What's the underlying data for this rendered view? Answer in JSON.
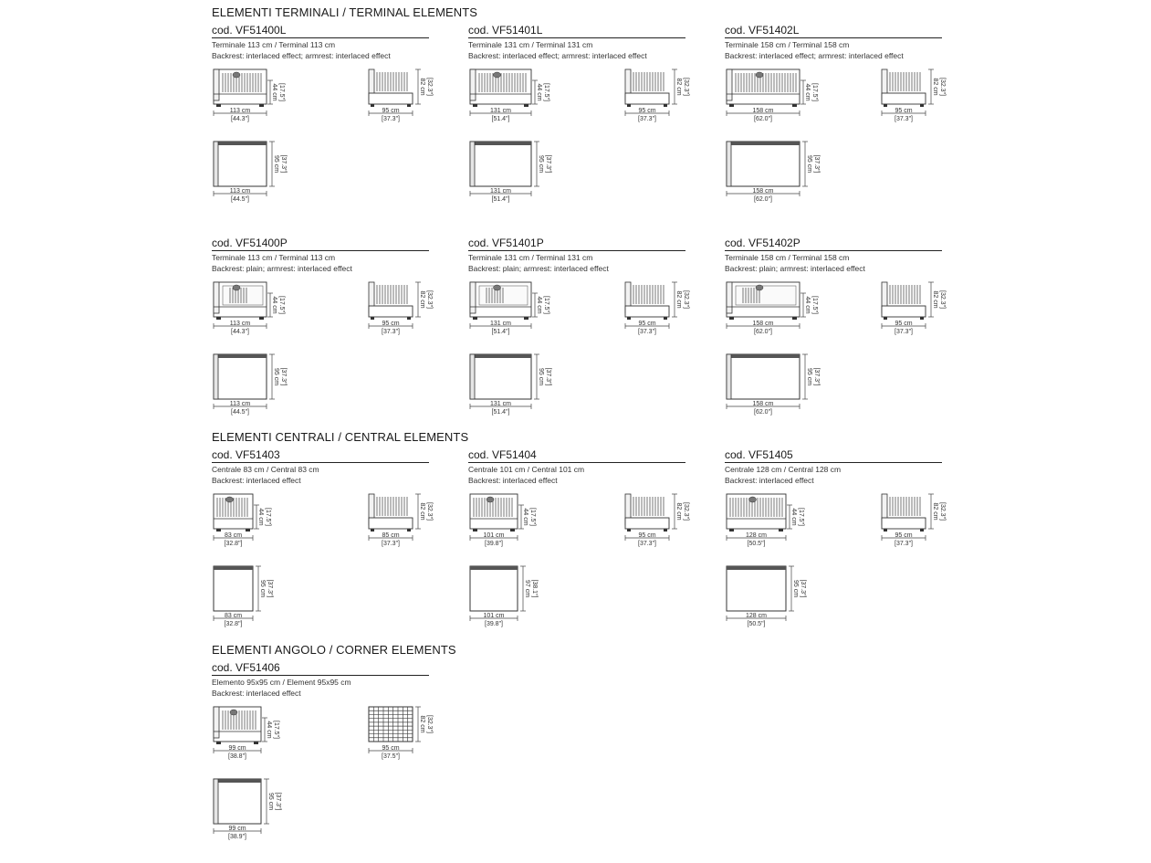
{
  "sections": {
    "terminal": "ELEMENTI TERMINALI / TERMINAL ELEMENTS",
    "central": "ELEMENTI CENTRALI / CENTRAL ELEMENTS",
    "corner": "ELEMENTI ANGOLO / CORNER ELEMENTS"
  },
  "blocks": [
    {
      "code": "cod. VF51400L",
      "line1": "Terminale 113 cm / Terminal 113 cm",
      "line2": "Backrest: interlaced effect; armrest: interlaced effect",
      "front_w": "113 cm",
      "front_w_in": "[44.3\"]",
      "seat_h": "44 cm",
      "seat_h_in": "[17.5\"]",
      "side_w": "95 cm",
      "side_w_in": "[37.3\"]",
      "side_h": "82 cm",
      "side_h_in": "[32.3\"]",
      "top_w": "113 cm",
      "top_w_in": "[44.5\"]",
      "top_d": "95 cm",
      "top_d_in": "[37.3\"]"
    },
    {
      "code": "cod. VF51401L",
      "line1": "Terminale 131 cm / Terminal 131 cm",
      "line2": "Backrest: interlaced effect; armrest: interlaced effect",
      "front_w": "131 cm",
      "front_w_in": "[51.4\"]",
      "seat_h": "44 cm",
      "seat_h_in": "[17.5\"]",
      "side_w": "95 cm",
      "side_w_in": "[37.3\"]",
      "side_h": "82 cm",
      "side_h_in": "[32.3\"]",
      "top_w": "131 cm",
      "top_w_in": "[51.4\"]",
      "top_d": "95 cm",
      "top_d_in": "[37.3\"]"
    },
    {
      "code": "cod. VF51402L",
      "line1": "Terminale 158 cm / Terminal 158 cm",
      "line2": "Backrest: interlaced effect; armrest: interlaced effect",
      "front_w": "158 cm",
      "front_w_in": "[62.0\"]",
      "seat_h": "44 cm",
      "seat_h_in": "[17.5\"]",
      "side_w": "95 cm",
      "side_w_in": "[37.3\"]",
      "side_h": "82 cm",
      "side_h_in": "[32.3\"]",
      "top_w": "158 cm",
      "top_w_in": "[62.0\"]",
      "top_d": "95 cm",
      "top_d_in": "[37.3\"]"
    },
    {
      "code": "cod. VF51400P",
      "line1": "Terminale 113 cm / Terminal 113 cm",
      "line2": "Backrest: plain; armrest: interlaced effect",
      "front_w": "113 cm",
      "front_w_in": "[44.3\"]",
      "seat_h": "44 cm",
      "seat_h_in": "[17.5\"]",
      "side_w": "95 cm",
      "side_w_in": "[37.3\"]",
      "side_h": "82 cm",
      "side_h_in": "[32.3\"]",
      "top_w": "113 cm",
      "top_w_in": "[44.5\"]",
      "top_d": "95 cm",
      "top_d_in": "[37.3\"]"
    },
    {
      "code": "cod. VF51401P",
      "line1": "Terminale 131 cm / Terminal 131 cm",
      "line2": "Backrest: plain; armrest: interlaced effect",
      "front_w": "131 cm",
      "front_w_in": "[51.4\"]",
      "seat_h": "44 cm",
      "seat_h_in": "[17.5\"]",
      "side_w": "95 cm",
      "side_w_in": "[37.3\"]",
      "side_h": "82 cm",
      "side_h_in": "[32.3\"]",
      "top_w": "131 cm",
      "top_w_in": "[51.4\"]",
      "top_d": "95 cm",
      "top_d_in": "[37.3\"]"
    },
    {
      "code": "cod. VF51402P",
      "line1": "Terminale 158 cm / Terminal 158 cm",
      "line2": "Backrest: plain; armrest: interlaced effect",
      "front_w": "158 cm",
      "front_w_in": "[62.0\"]",
      "seat_h": "44 cm",
      "seat_h_in": "[17.5\"]",
      "side_w": "95 cm",
      "side_w_in": "[37.3\"]",
      "side_h": "82 cm",
      "side_h_in": "[32.3\"]",
      "top_w": "158 cm",
      "top_w_in": "[62.0\"]",
      "top_d": "95 cm",
      "top_d_in": "[37.3\"]"
    },
    {
      "code": "cod. VF51403",
      "line1": "Centrale 83 cm / Central 83 cm",
      "line2": "Backrest: interlaced effect",
      "front_w": "83 cm",
      "front_w_in": "[32.8\"]",
      "seat_h": "44 cm",
      "seat_h_in": "[17.5\"]",
      "side_w": "85 cm",
      "side_w_in": "[37.3\"]",
      "side_h": "82 cm",
      "side_h_in": "[32.3\"]",
      "top_w": "83 cm",
      "top_w_in": "[32.8\"]",
      "top_d": "95 cm",
      "top_d_in": "[37.3\"]"
    },
    {
      "code": "cod. VF51404",
      "line1": "Centrale 101 cm / Central 101 cm",
      "line2": "Backrest: interlaced effect",
      "front_w": "101 cm",
      "front_w_in": "[39.8\"]",
      "seat_h": "44 cm",
      "seat_h_in": "[17.5\"]",
      "side_w": "95 cm",
      "side_w_in": "[37.3\"]",
      "side_h": "82 cm",
      "side_h_in": "[32.3\"]",
      "top_w": "101 cm",
      "top_w_in": "[39.8\"]",
      "top_d": "97 cm",
      "top_d_in": "[38.1\"]"
    },
    {
      "code": "cod. VF51405",
      "line1": "Centrale 128 cm / Central 128 cm",
      "line2": "Backrest: interlaced effect",
      "front_w": "128 cm",
      "front_w_in": "[50.5\"]",
      "seat_h": "44 cm",
      "seat_h_in": "[17.5\"]",
      "side_w": "95 cm",
      "side_w_in": "[37.3\"]",
      "side_h": "82 cm",
      "side_h_in": "[32.3\"]",
      "top_w": "128 cm",
      "top_w_in": "[50.5\"]",
      "top_d": "95 cm",
      "top_d_in": "[37.3\"]"
    },
    {
      "code": "cod. VF51406",
      "line1": "Elemento 95x95 cm / Element 95x95 cm",
      "line2": "Backrest: interlaced effect",
      "front_w": "99 cm",
      "front_w_in": "[38.8\"]",
      "seat_h": "44 cm",
      "seat_h_in": "[17.5\"]",
      "side_w": "95 cm",
      "side_w_in": "[37.5\"]",
      "side_h": "82 cm",
      "side_h_in": "[32.3\"]",
      "top_w": "99 cm",
      "top_w_in": "[38.9\"]",
      "top_d": "95 cm",
      "top_d_in": "[37.3\"]"
    }
  ]
}
